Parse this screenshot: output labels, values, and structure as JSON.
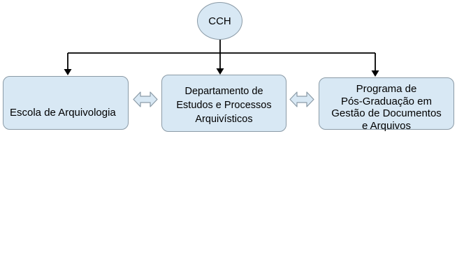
{
  "diagram": {
    "root": {
      "label": "CCH"
    },
    "nodes": [
      {
        "id": "escola",
        "lines": [
          "Escola de Arquivologia"
        ]
      },
      {
        "id": "departamento",
        "lines": [
          "Departamento de",
          "Estudos e Processos",
          "Arquivísticos"
        ]
      },
      {
        "id": "programa",
        "lines": [
          "Programa de",
          "Pós-Graduação em",
          "Gestão de Documentos",
          "e Arquivos"
        ]
      }
    ],
    "relations": [
      {
        "from": "CCH",
        "to": "Escola de Arquivologia",
        "type": "hierarchy-arrow"
      },
      {
        "from": "CCH",
        "to": "Departamento de Estudos e Processos Arquivísticos",
        "type": "hierarchy-arrow"
      },
      {
        "from": "CCH",
        "to": "Programa de Pós-Graduação em Gestão de Documentos e Arquivos",
        "type": "hierarchy-arrow"
      },
      {
        "from": "Escola de Arquivologia",
        "to": "Departamento de Estudos e Processos Arquivísticos",
        "type": "double-arrow"
      },
      {
        "from": "Departamento de Estudos e Processos Arquivísticos",
        "to": "Programa de Pós-Graduação em Gestão de Documentos e Arquivos",
        "type": "double-arrow"
      }
    ]
  },
  "colors": {
    "node_fill": "#d8e8f4",
    "node_border": "#8a9aa6",
    "connector": "#000000",
    "text": "#000000",
    "background": "#ffffff"
  }
}
